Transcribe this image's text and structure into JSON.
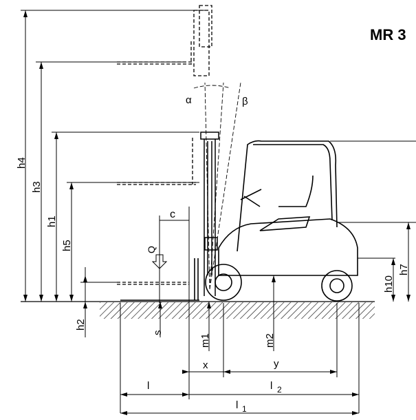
{
  "title": "MR 3",
  "dimensions": {
    "h4": "h4",
    "h3": "h3",
    "h1": "h1",
    "h5": "h5",
    "h2": "h2",
    "h10": "h10",
    "h7": "h7",
    "s": "s",
    "m1": "m1",
    "m2": "m2",
    "c": "c",
    "Q": "Q",
    "alpha": "α",
    "beta": "β",
    "x": "x",
    "y": "y",
    "l": "l",
    "l2_main": "l",
    "l2_sub": "2",
    "l1_main": "l",
    "l1_sub": "1"
  }
}
